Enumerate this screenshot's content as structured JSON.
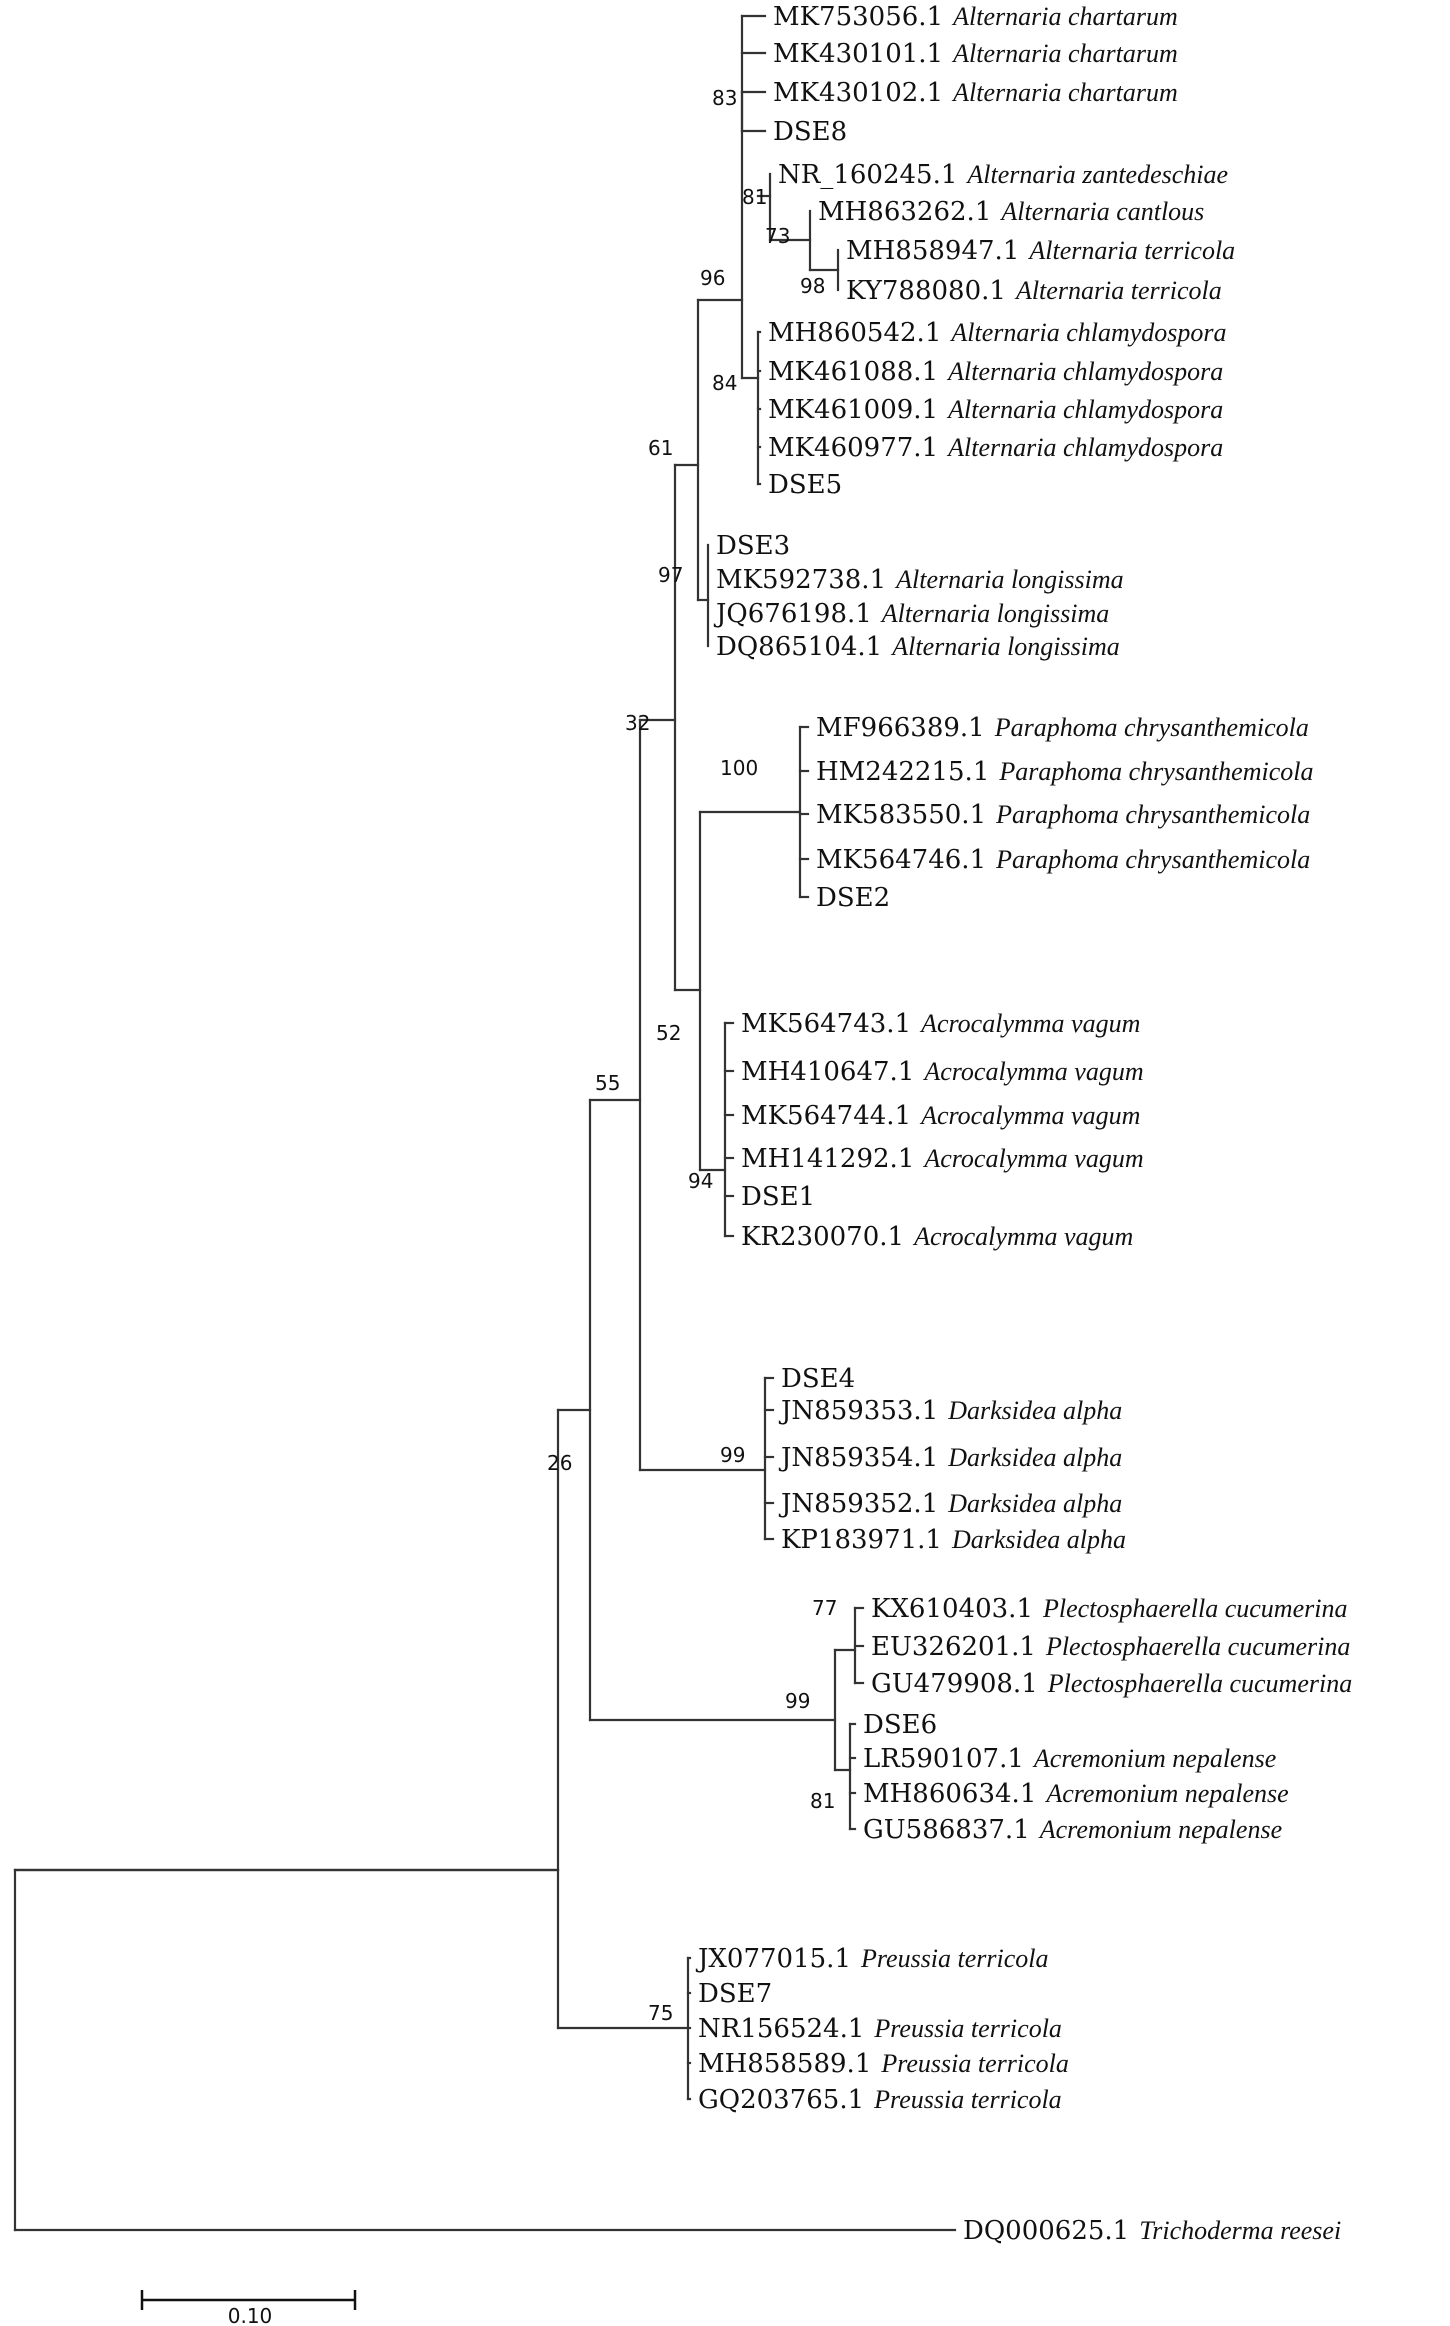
{
  "tree": {
    "taxa": [
      {
        "accession": "MK753056.1",
        "species": "Alternaria chartarum"
      },
      {
        "accession": "MK430101.1",
        "species": "Alternaria chartarum"
      },
      {
        "accession": "MK430102.1",
        "species": "Alternaria chartarum"
      },
      {
        "accession": "DSE8",
        "species": ""
      },
      {
        "accession": "NR_160245.1",
        "species": "Alternaria zantedeschiae"
      },
      {
        "accession": "MH863262.1",
        "species": "Alternaria cantlous"
      },
      {
        "accession": "MH858947.1",
        "species": "Alternaria terricola"
      },
      {
        "accession": "KY788080.1",
        "species": "Alternaria terricola"
      },
      {
        "accession": "MH860542.1",
        "species": "Alternaria chlamydospora"
      },
      {
        "accession": "MK461088.1",
        "species": "Alternaria chlamydospora"
      },
      {
        "accession": "MK461009.1",
        "species": "Alternaria chlamydospora"
      },
      {
        "accession": "MK460977.1",
        "species": "Alternaria chlamydospora"
      },
      {
        "accession": "DSE5",
        "species": ""
      },
      {
        "accession": "DSE3",
        "species": ""
      },
      {
        "accession": "MK592738.1",
        "species": "Alternaria longissima"
      },
      {
        "accession": "JQ676198.1",
        "species": "Alternaria longissima"
      },
      {
        "accession": "DQ865104.1",
        "species": "Alternaria longissima"
      },
      {
        "accession": "MF966389.1",
        "species": "Paraphoma chrysanthemicola"
      },
      {
        "accession": "HM242215.1",
        "species": "Paraphoma chrysanthemicola"
      },
      {
        "accession": "MK583550.1",
        "species": "Paraphoma chrysanthemicola"
      },
      {
        "accession": "MK564746.1",
        "species": "Paraphoma chrysanthemicola"
      },
      {
        "accession": "DSE2",
        "species": ""
      },
      {
        "accession": "MK564743.1",
        "species": "Acrocalymma vagum"
      },
      {
        "accession": "MH410647.1",
        "species": "Acrocalymma vagum"
      },
      {
        "accession": "MK564744.1",
        "species": "Acrocalymma vagum"
      },
      {
        "accession": "MH141292.1",
        "species": "Acrocalymma vagum"
      },
      {
        "accession": "DSE1",
        "species": ""
      },
      {
        "accession": "KR230070.1",
        "species": "Acrocalymma vagum"
      },
      {
        "accession": "DSE4",
        "species": ""
      },
      {
        "accession": "JN859353.1",
        "species": "Darksidea alpha"
      },
      {
        "accession": "JN859354.1",
        "species": "Darksidea alpha"
      },
      {
        "accession": "JN859352.1",
        "species": "Darksidea alpha"
      },
      {
        "accession": "KP183971.1",
        "species": "Darksidea alpha"
      },
      {
        "accession": "KX610403.1",
        "species": "Plectosphaerella cucumerina"
      },
      {
        "accession": "EU326201.1",
        "species": "Plectosphaerella cucumerina"
      },
      {
        "accession": "GU479908.1",
        "species": "Plectosphaerella cucumerina"
      },
      {
        "accession": "DSE6",
        "species": ""
      },
      {
        "accession": "LR590107.1",
        "species": "Acremonium nepalense"
      },
      {
        "accession": "MH860634.1",
        "species": "Acremonium nepalense"
      },
      {
        "accession": "GU586837.1",
        "species": "Acremonium nepalense"
      },
      {
        "accession": "JX077015.1",
        "species": "Preussia terricola"
      },
      {
        "accession": "DSE7",
        "species": ""
      },
      {
        "accession": "NR156524.1",
        "species": "Preussia terricola"
      },
      {
        "accession": "MH858589.1",
        "species": "Preussia terricola"
      },
      {
        "accession": "GQ203765.1",
        "species": "Preussia terricola"
      },
      {
        "accession": "DQ000625.1",
        "species": "Trichoderma reesei"
      }
    ],
    "bootstrap": [
      "83",
      "81",
      "73",
      "98",
      "96",
      "84",
      "61",
      "97",
      "32",
      "100",
      "52",
      "94",
      "55",
      "99",
      "26",
      "77",
      "99",
      "81",
      "75"
    ],
    "scale_bar_label": "0.10"
  }
}
